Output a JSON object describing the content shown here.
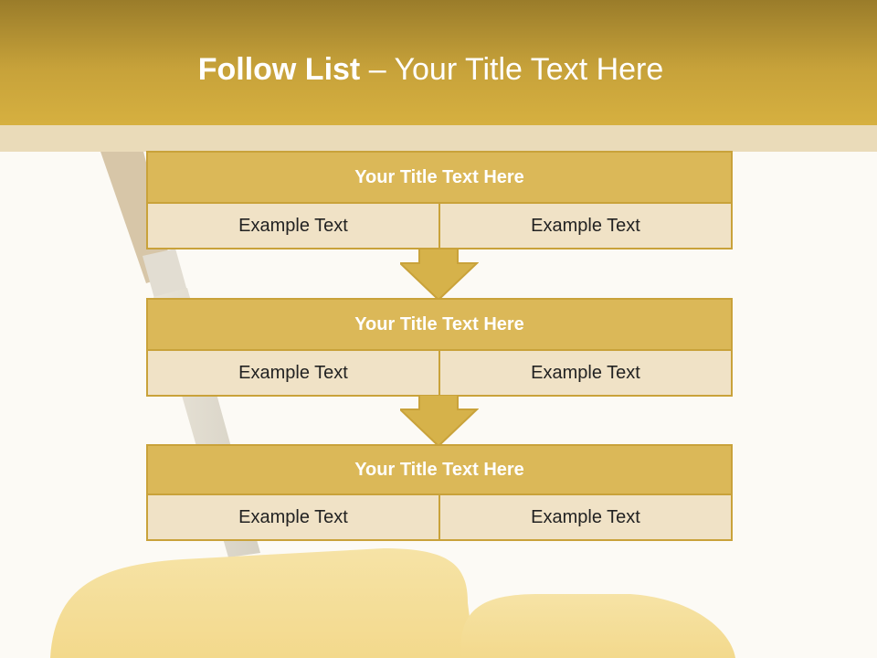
{
  "slide": {
    "title_bold": "Follow List",
    "title_rest": " – Your Title Text Here"
  },
  "flow": [
    {
      "title": "Your Title Text Here",
      "left": "Example Text",
      "right": "Example Text"
    },
    {
      "title": "Your Title Text Here",
      "left": "Example Text",
      "right": "Example Text"
    },
    {
      "title": "Your Title Text Here",
      "left": "Example Text",
      "right": "Example Text"
    }
  ],
  "colors": {
    "header": "#c7a23a",
    "box_title": "#dbb858",
    "box_cell": "#f0e2c6",
    "border": "#c9a23a"
  }
}
